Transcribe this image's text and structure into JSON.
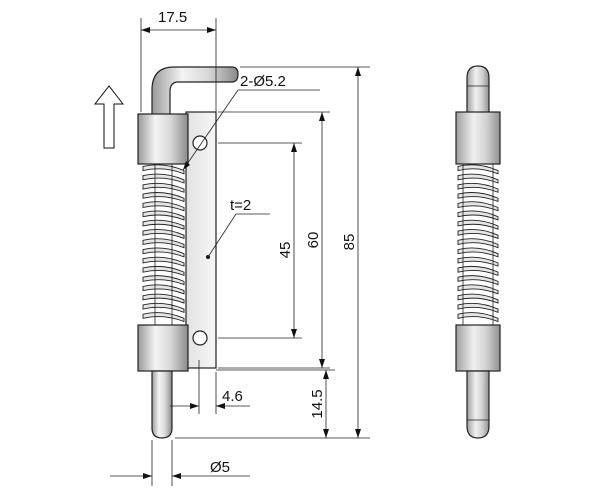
{
  "drawing": {
    "dimensions": {
      "top_width": "17.5",
      "holes": "2-Ø5.2",
      "thickness": "t=2",
      "hole_pitch": "45",
      "plate_length": "60",
      "overall_length": "85",
      "pin_offset": "4.6",
      "pin_length": "14.5",
      "pin_diameter": "Ø5"
    },
    "icons": [
      "up-arrow-icon"
    ],
    "colors": {
      "line": "#111111",
      "metal_light": "#f2f2f2",
      "metal_mid": "#cfcfcf",
      "metal_dark": "#8a8a8a",
      "plate": "#ececec"
    }
  }
}
